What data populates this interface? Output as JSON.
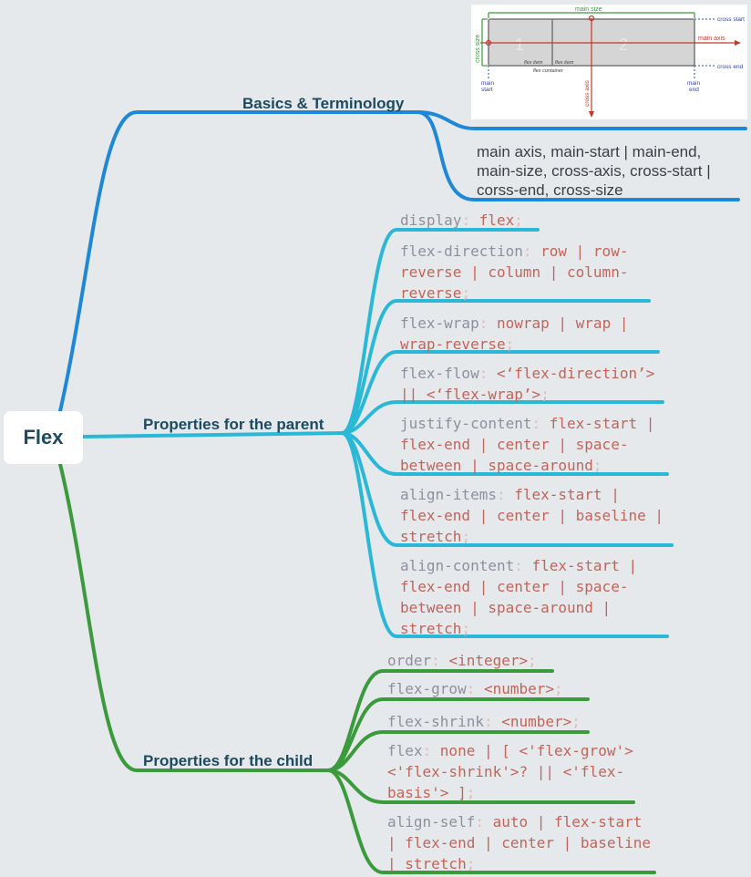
{
  "root": {
    "label": "Flex"
  },
  "branches": {
    "basics": {
      "label": "Basics & Terminology",
      "note": "main axis, main-start | main-end, main-size, cross-axis, cross-start | corss-end, cross-size",
      "figure": {
        "main_size": "main size",
        "cross_start": "cross start",
        "main_axis": "main axis",
        "cross_end": "cross end",
        "cross_size": "cross size",
        "item_1": "1",
        "item_2": "2",
        "flex_item_a": "flex item",
        "flex_item_b": "flex item",
        "flex_container": "flex container",
        "main_start": [
          "main",
          "start"
        ],
        "main_end": [
          "main",
          "end"
        ],
        "cross_axis": "cross axis"
      }
    },
    "parent": {
      "label": "Properties for the parent",
      "items": [
        {
          "prop": "display",
          "value": "flex"
        },
        {
          "prop": "flex-direction",
          "value": "row | row-reverse | column | column-reverse"
        },
        {
          "prop": "flex-wrap",
          "value": "nowrap | wrap | wrap-reverse"
        },
        {
          "prop": "flex-flow",
          "value": "<‘flex-direction’> || <‘flex-wrap’>"
        },
        {
          "prop": "justify-content",
          "value": "flex-start | flex-end | center | space-between | space-around"
        },
        {
          "prop": "align-items",
          "value": "flex-start | flex-end | center | baseline | stretch"
        },
        {
          "prop": "align-content",
          "value": "flex-start | flex-end | center | space-between | space-around | stretch"
        }
      ]
    },
    "child": {
      "label": "Properties for the child",
      "items": [
        {
          "prop": "order",
          "value": "<integer>"
        },
        {
          "prop": "flex-grow",
          "value": "<number>"
        },
        {
          "prop": "flex-shrink",
          "value": "<number>"
        },
        {
          "prop": "flex",
          "value": "none | [ <'flex-grow'> <'flex-shrink'>? || <'flex-basis'> ]"
        },
        {
          "prop": "align-self",
          "value": "auto | flex-start | flex-end | center | baseline | stretch"
        }
      ]
    }
  },
  "colors": {
    "basics": "#1e88d7",
    "parent": "#2bb8d6",
    "child": "#3a9a3c",
    "text": "#1d4a5e",
    "code_value": "#c1645a",
    "code_prop": "#8f8f9d"
  }
}
